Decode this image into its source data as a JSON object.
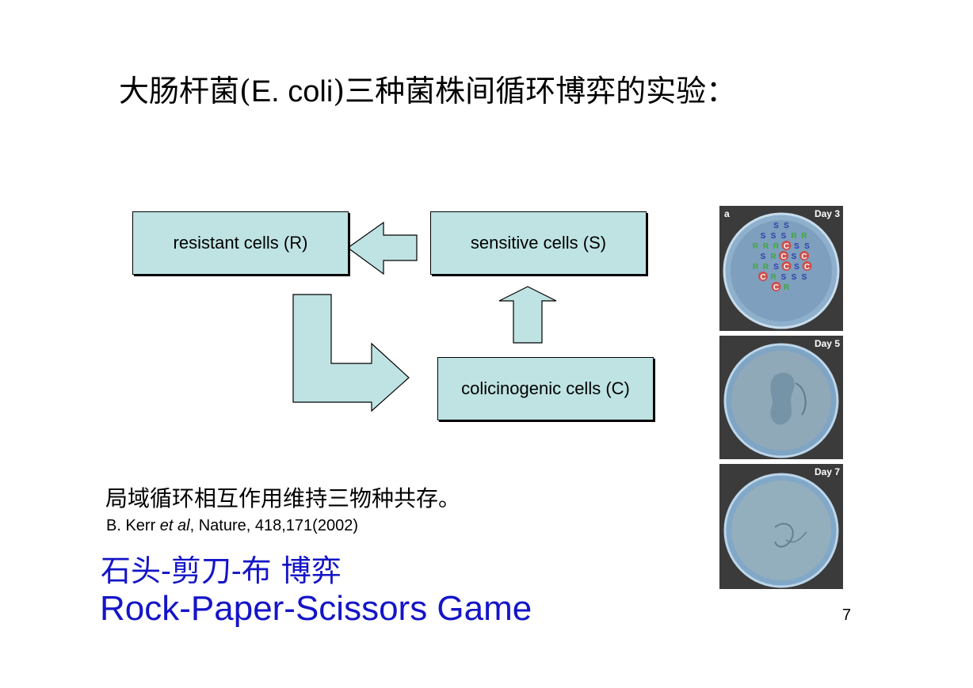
{
  "slide": {
    "title_prefix": "大肠杆菌(",
    "title_latin": "E. coli",
    "title_suffix": ")三种菌株间循环博弈的实验：",
    "boxes": {
      "resistant": "resistant cells (R)",
      "sensitive": "sensitive cells (S)",
      "colicinogenic": "colicinogenic cells (C)"
    },
    "box_fill": "#bfe3e3",
    "panel_letter": "a",
    "plates": [
      {
        "label": "Day 3"
      },
      {
        "label": "Day 5"
      },
      {
        "label": "Day 7"
      }
    ],
    "plate_grid_letters": [
      [
        "S",
        "S"
      ],
      [
        "S",
        "S",
        "S",
        "R",
        "R"
      ],
      [
        "R",
        "R",
        "R",
        "C",
        "S",
        "S"
      ],
      [
        "S",
        "R",
        "C",
        "S",
        "C"
      ],
      [
        "R",
        "R",
        "S",
        "C",
        "S",
        "C"
      ],
      [
        "C",
        "R",
        "S",
        "S",
        "S"
      ],
      [
        "C",
        "R"
      ]
    ],
    "letter_colors": {
      "S": "#2c3fb0",
      "R": "#3fa83f",
      "C": "#d8423a"
    },
    "note_cn": "局域循环相互作用维持三物种共存。",
    "citation_prefix": "B. Kerr ",
    "citation_italic": "et al",
    "citation_suffix": ", Nature, 418,171(2002)",
    "game_cn": "石头-剪刀-布 博弈",
    "game_en": "Rock-Paper-Scissors Game",
    "game_color": "#1414c8",
    "page_number": "7"
  }
}
